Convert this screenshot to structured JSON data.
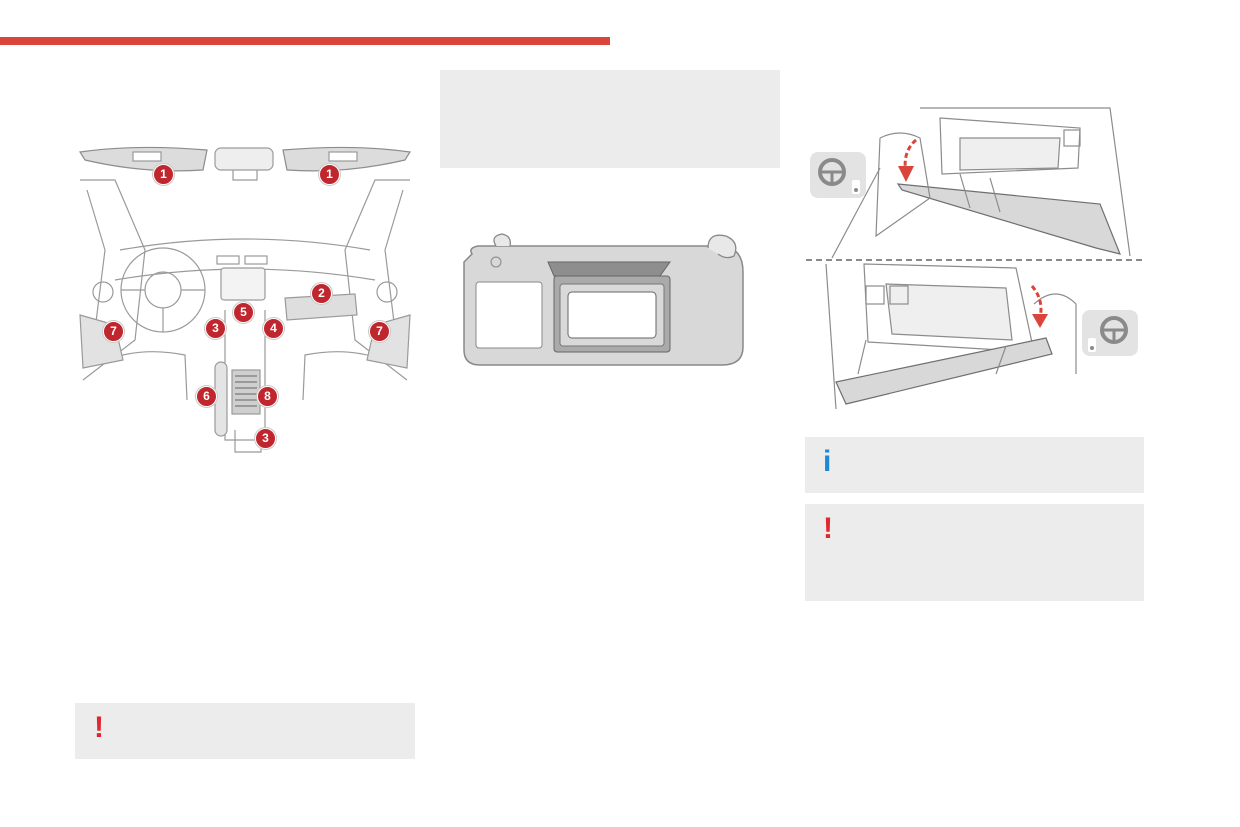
{
  "colors": {
    "accent_red": "#d9453a",
    "badge_red": "#c0262d",
    "info_blue": "#1e88d2",
    "warning_red": "#e0262e",
    "panel_grey": "#ececec",
    "line_grey": "#8c8c8c"
  },
  "interior_callouts": {
    "visor_left": "1",
    "visor_right": "1",
    "glovebox": "2",
    "socket_left": "3",
    "socket_rear": "3",
    "usb": "4",
    "twelve_volt": "5",
    "armrest": "6",
    "door_bin_left": "7",
    "door_bin_right": "7",
    "cup_holder": "8"
  },
  "notes": {
    "info_icon": "i",
    "warning_icon": "!",
    "bottom_warning_icon": "!"
  },
  "icons": {
    "steering_top": "steering-wheel-icon",
    "steering_bottom": "steering-wheel-icon"
  }
}
